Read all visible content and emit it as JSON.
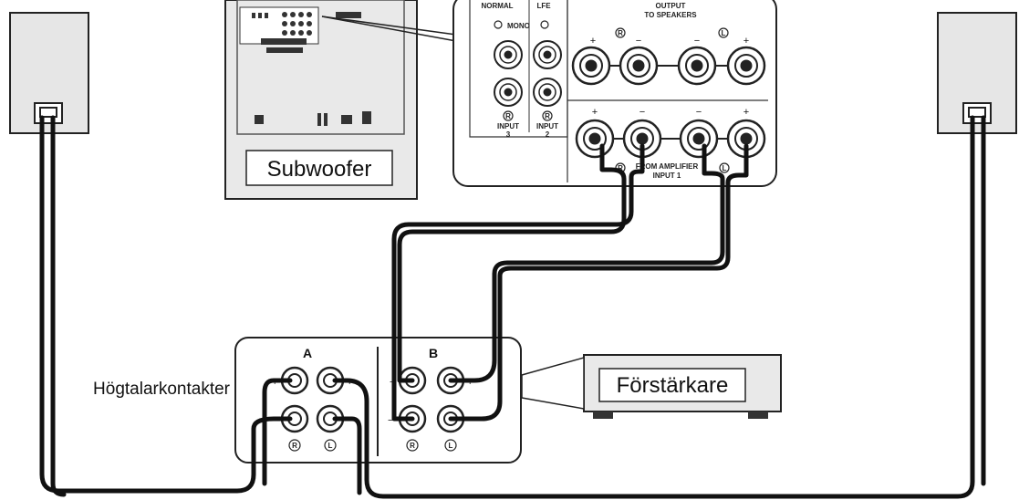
{
  "subwoofer": {
    "label": "Subwoofer",
    "panel": {
      "normal_label": "NORMAL",
      "mono_label": "MONO",
      "lfe_label": "LFE",
      "output_label": "OUTPUT",
      "to_speakers_label": "TO SPEAKERS",
      "input3_label": "INPUT",
      "input3_num": "3",
      "input2_label": "INPUT",
      "input2_num": "2",
      "input1_line1": "FROM AMPLIFIER",
      "input1_line2": "INPUT 1",
      "right_mark": "R",
      "left_mark": "L",
      "plus": "+",
      "minus": "−"
    }
  },
  "speaker_terminals": {
    "label": "Högtalarkontakter",
    "group_a": "A",
    "group_b": "B",
    "right_mark": "R",
    "left_mark": "L",
    "plus": "+",
    "minus": "−"
  },
  "amplifier": {
    "label": "Förstärkare"
  },
  "colors": {
    "cable": "#111111",
    "panel_fill": "#ffffff",
    "device_fill": "#e9e9e9",
    "outline": "#222222"
  }
}
